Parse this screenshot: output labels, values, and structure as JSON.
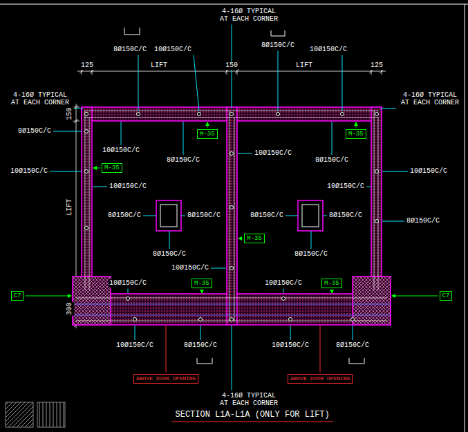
{
  "diagram": {
    "title": "SECTION L1A-L1A (ONLY FOR LIFT)",
    "nodes": [
      {
        "text": [
          "M-35"
        ]
      },
      {
        "text": [
          "M-35"
        ]
      },
      {
        "text": [
          "M-35"
        ]
      },
      {
        "text": [
          "M-35"
        ]
      },
      {
        "text": [
          "M-35"
        ]
      },
      {
        "text": [
          "M-35"
        ]
      },
      {
        "text": [
          "C7"
        ]
      },
      {
        "text": [
          "C7"
        ]
      },
      {
        "text": [
          "ABOVE DOOR OPENING"
        ]
      },
      {
        "text": [
          "ABOVE DOOR OPENING"
        ]
      }
    ],
    "labels": [
      "4-16Ø TYPICAL AT EACH CORNER",
      "4-16Ø TYPICAL AT EACH CORNER",
      "4-16Ø TYPICAL AT EACH CORNER",
      "8Ø150C/C",
      "10Ø150C/C",
      "8Ø150C/C",
      "10Ø150C/C",
      "125",
      "LIFT",
      "150",
      "LIFT",
      "125",
      "150",
      "LIFT",
      "300",
      "8Ø150C/C",
      "10Ø150C/C",
      "10Ø150C/C",
      "8Ø150C/C",
      "10Ø150C/C",
      "8Ø150C/C",
      "8Ø150C/C",
      "8Ø150C/C",
      "10Ø150C/C",
      "10Ø150C/C",
      "10Ø150C/C",
      "8Ø150C/C",
      "10Ø150C/C",
      "8Ø150C/C",
      "8Ø150C/C",
      "8Ø150C/C",
      "10Ø150C/C",
      "10Ø150C/C",
      "8Ø150C/C",
      "10Ø150C/C",
      "8Ø150C/C",
      "10Ø150C/C",
      "8Ø150C/C",
      "4-16Ø TYPICAL AT EACH CORNER"
    ]
  }
}
